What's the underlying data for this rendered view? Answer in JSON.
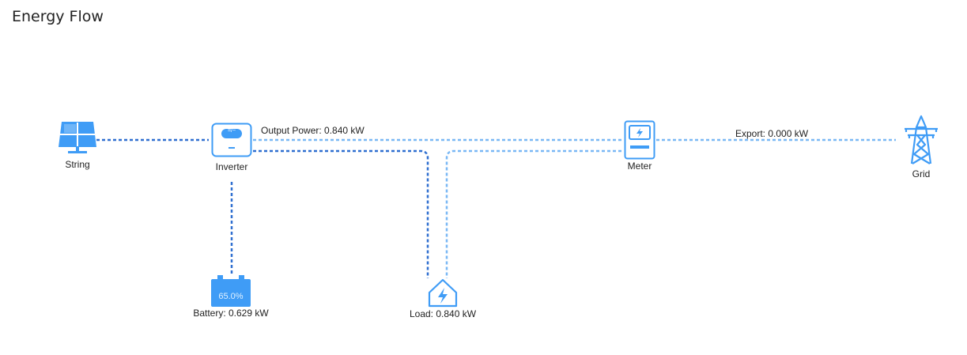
{
  "title": "Energy Flow",
  "nodes": {
    "string": {
      "label": "String",
      "icon": "solar-panel-icon"
    },
    "inverter": {
      "label": "Inverter",
      "icon": "inverter-icon",
      "glyph": "=/~"
    },
    "meter": {
      "label": "Meter",
      "icon": "meter-icon"
    },
    "grid": {
      "label": "Grid",
      "icon": "power-tower-icon"
    },
    "battery": {
      "label": "Battery: 0.629 kW",
      "icon": "battery-icon",
      "soc": "65.0%"
    },
    "load": {
      "label": "Load: 0.840 kW",
      "icon": "house-bolt-icon"
    }
  },
  "flows": {
    "output_power": "Output Power: 0.840 kW",
    "export": "Export: 0.000 kW"
  },
  "colors": {
    "icon_blue": "#3f9cf6",
    "line_dark": "#2f6fd0",
    "line_light": "#7ab8f5"
  }
}
